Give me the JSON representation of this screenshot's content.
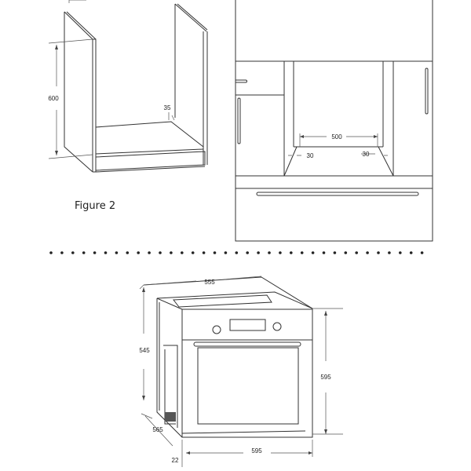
{
  "figure2": {
    "caption": "Figure 2",
    "dim_height": "600",
    "dim_gap": "35"
  },
  "niche": {
    "dim_width": "500",
    "dim_left_gap": "30",
    "dim_right_gap": "30"
  },
  "oven": {
    "dim_top_depth": "555",
    "dim_side_height": "545",
    "dim_front_height": "595",
    "dim_front_width": "595",
    "dim_depth": "565",
    "dim_door_thickness": "22"
  }
}
